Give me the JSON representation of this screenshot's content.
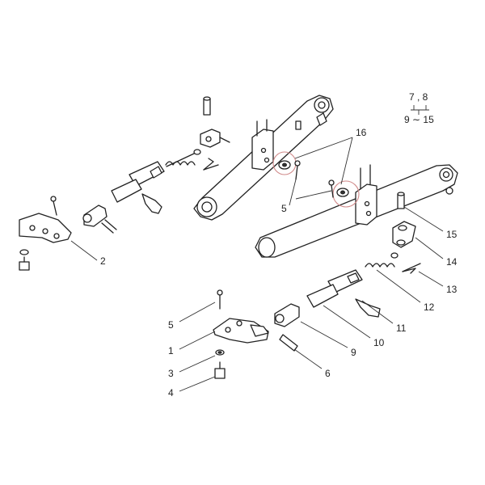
{
  "callouts": {
    "c2": "2",
    "c16": "16",
    "c5a": "5",
    "c15": "15",
    "c14": "14",
    "c13": "13",
    "c12": "12",
    "c11": "11",
    "c10": "10",
    "c9": "9",
    "c6": "6",
    "c5b": "5",
    "c1": "1",
    "c3": "3",
    "c4": "4"
  },
  "group_legend": {
    "top": "7 , 8",
    "bottom": "9 ∼ 15"
  },
  "colors": {
    "line": "#222222",
    "highlight_ring": "#d08a8a",
    "background": "#ffffff"
  }
}
